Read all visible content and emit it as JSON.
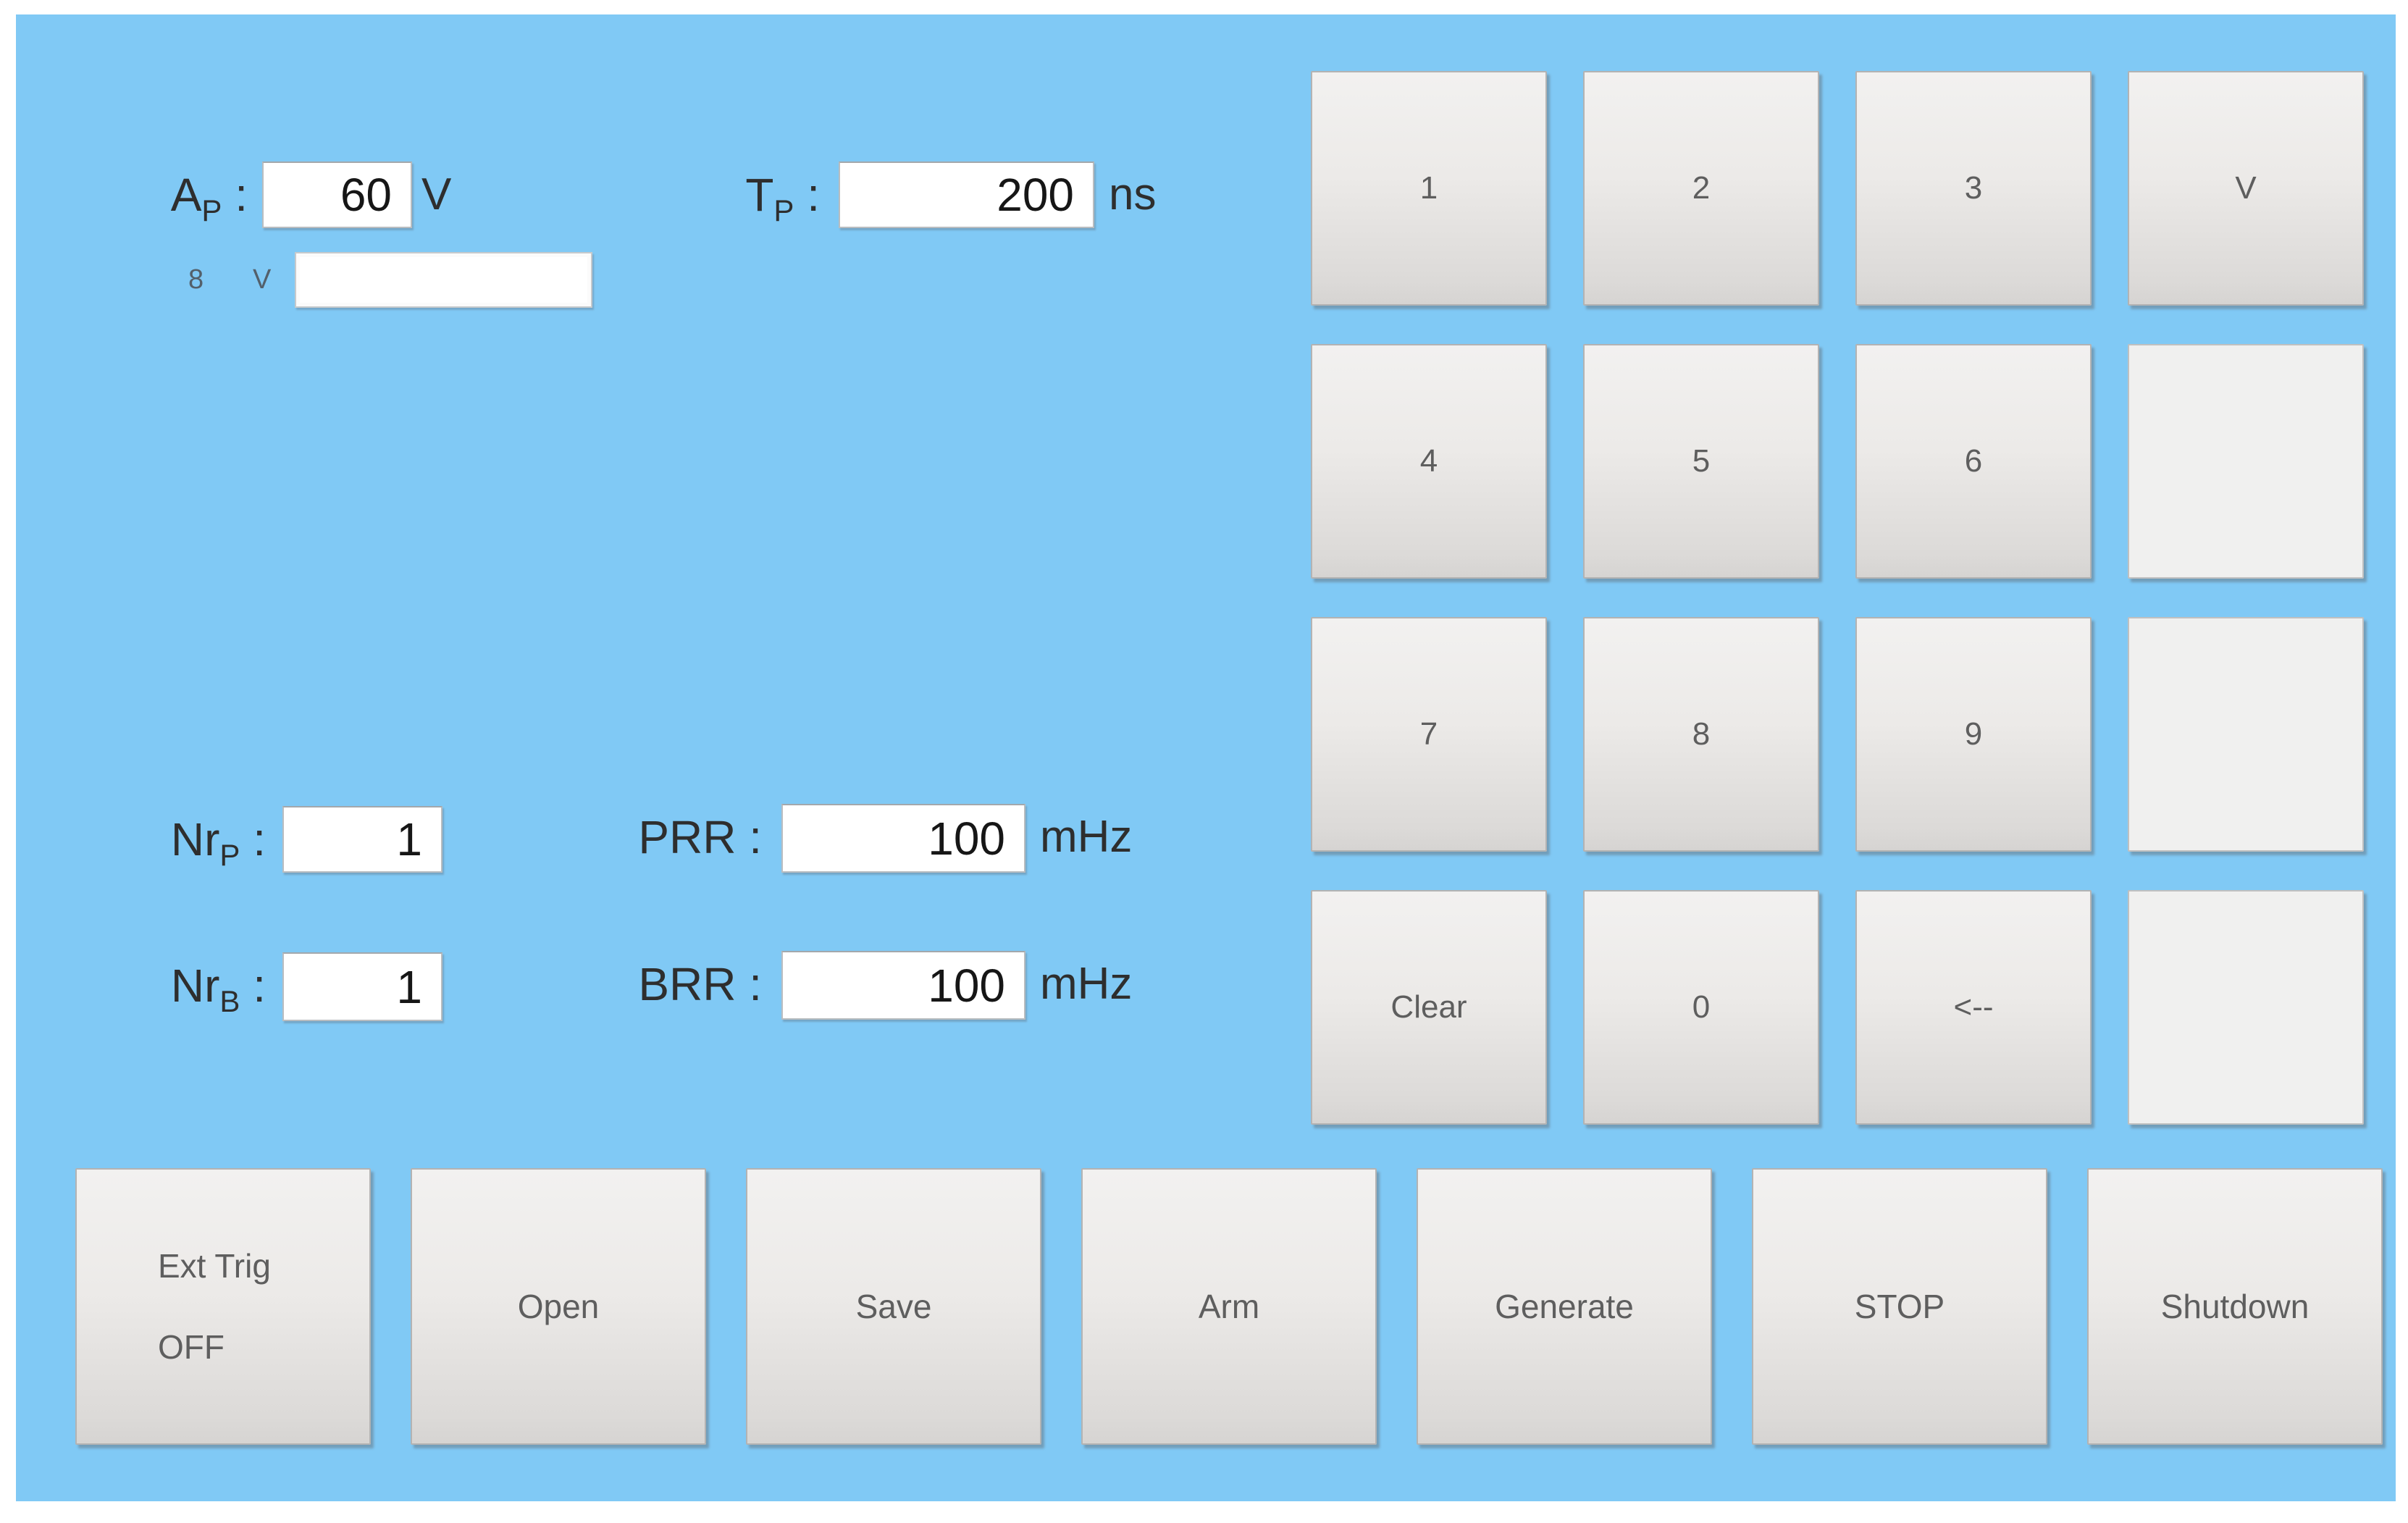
{
  "panel": {
    "background_color": "#80C9F5"
  },
  "fields": {
    "ap": {
      "label_main": "A",
      "label_sub": "P",
      "colon": " :",
      "value": "60",
      "unit": "V"
    },
    "tp": {
      "label_main": "T",
      "label_sub": "P",
      "colon": " :",
      "value": "200",
      "unit": "ns"
    },
    "monitor": {
      "value_label": "8",
      "unit_label": "V",
      "value": ""
    },
    "nrp": {
      "label_main": "Nr",
      "label_sub": "P",
      "colon": " :",
      "value": "1"
    },
    "prr": {
      "label_main": "PRR",
      "label_sub": "",
      "colon": " :",
      "value": "100",
      "unit": "mHz"
    },
    "nrb": {
      "label_main": "Nr",
      "label_sub": "B",
      "colon": " :",
      "value": "1"
    },
    "brr": {
      "label_main": "BRR",
      "label_sub": "",
      "colon": " :",
      "value": "100",
      "unit": "mHz"
    }
  },
  "keypad": {
    "keys": [
      {
        "label": "1"
      },
      {
        "label": "2"
      },
      {
        "label": "3"
      },
      {
        "label": "V"
      },
      {
        "label": "4"
      },
      {
        "label": "5"
      },
      {
        "label": "6"
      },
      {
        "label": ""
      },
      {
        "label": "7"
      },
      {
        "label": "8"
      },
      {
        "label": "9"
      },
      {
        "label": ""
      },
      {
        "label": "Clear"
      },
      {
        "label": "0"
      },
      {
        "label": "<--"
      },
      {
        "label": ""
      }
    ]
  },
  "actions": [
    {
      "label": "Ext Trig",
      "label2": "OFF"
    },
    {
      "label": "Open"
    },
    {
      "label": "Save"
    },
    {
      "label": "Arm"
    },
    {
      "label": "Generate"
    },
    {
      "label": "STOP"
    },
    {
      "label": "Shutdown"
    }
  ]
}
